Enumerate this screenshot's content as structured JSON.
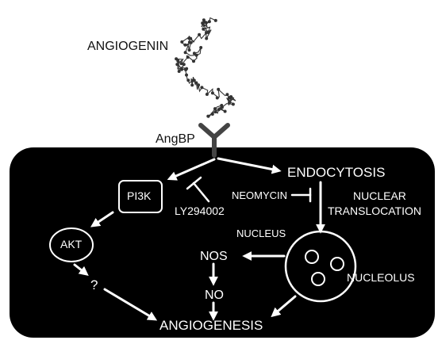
{
  "labels": {
    "angiogenin": "ANGIOGENIN",
    "angbp": "AngBP",
    "pi3k": "PI3K",
    "ly294002": "LY294002",
    "endocytosis": "ENDOCYTOSIS",
    "neomycin": "NEOMYCIN",
    "nuclear_translocation_line1": "NUCLEAR",
    "nuclear_translocation_line2": "TRANSLOCATION",
    "nucleus": "NUCLEUS",
    "akt": "AKT",
    "nos": "NOS",
    "nucleolus": "NUCLEOLUS",
    "question": "?",
    "no": "NO",
    "angiogenesis": "ANGIOGENESIS"
  },
  "colors": {
    "cell": "#000000",
    "text_inside": "#ffffff",
    "text_outside": "#111111",
    "protein": "#333333"
  }
}
